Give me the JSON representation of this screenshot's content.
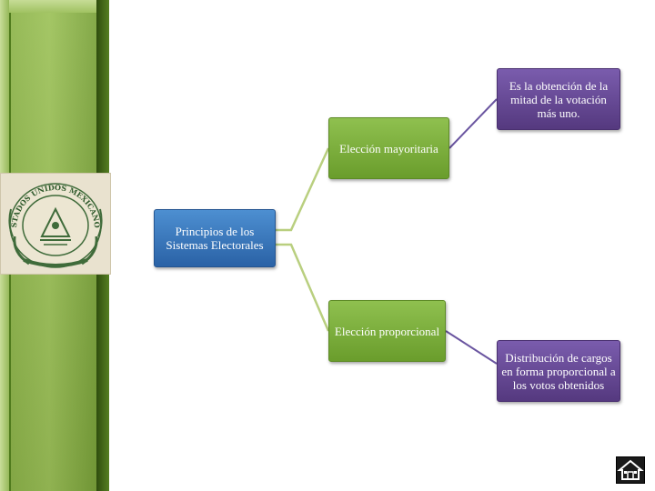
{
  "diagram": {
    "root": {
      "label": "Principios de los Sistemas Electorales"
    },
    "branches": [
      {
        "label": "Elección mayoritaria",
        "definition": "Es la obtención de la mitad de la votación más uno."
      },
      {
        "label": "Elección proporcional",
        "definition": "Distribución de cargos en forma proporcional a los votos obtenidos"
      }
    ]
  },
  "emblem": {
    "text": "ESTADOS UNIDOS MEXICANOS"
  },
  "colors": {
    "panel_green": "#4f7a1c",
    "node_green": "#7bad3b",
    "node_blue": "#3a78bd",
    "node_purple": "#674a97",
    "connector_green": "#b9cf7f",
    "connector_purple": "#6a55a0"
  },
  "icons": {
    "home": "home-icon",
    "seal": "seal-icon"
  }
}
